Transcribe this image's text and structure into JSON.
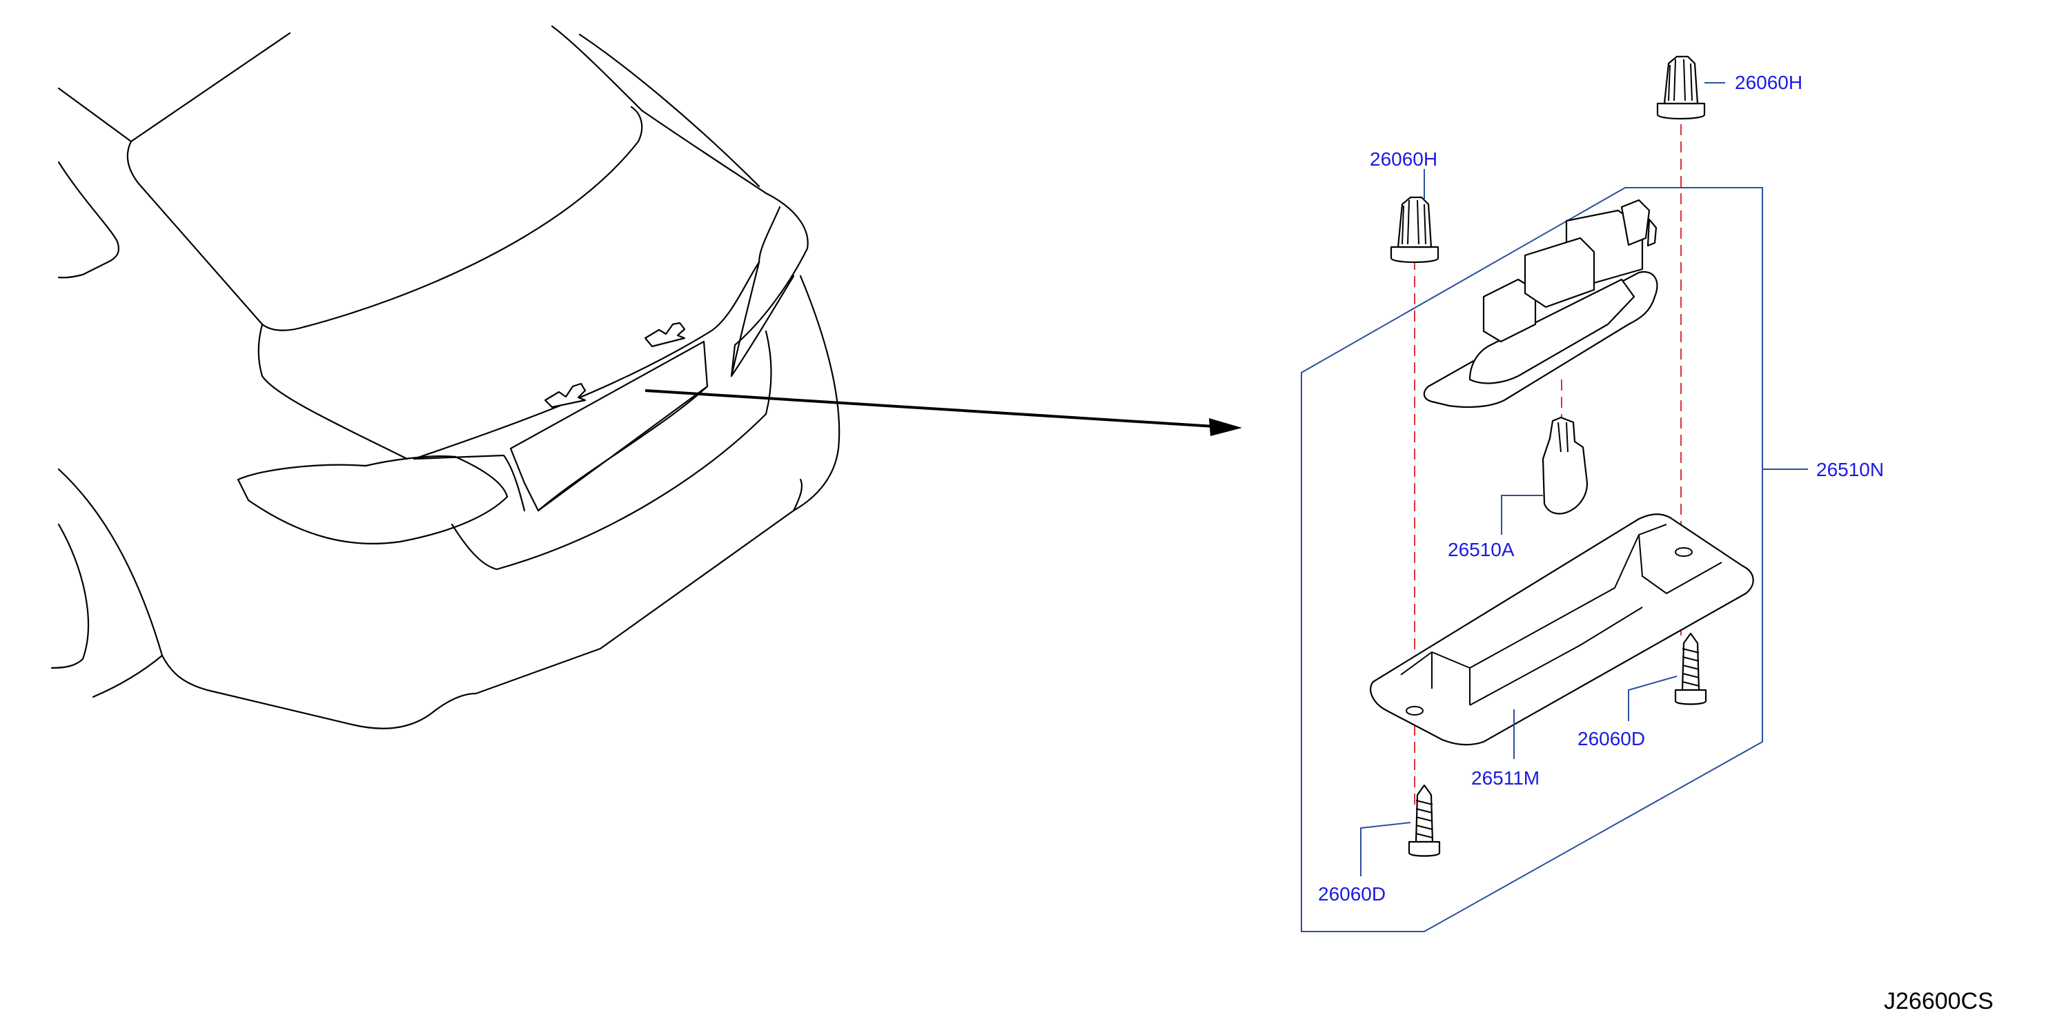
{
  "colors": {
    "label": "#1a1ae0",
    "leader": "#2b4f9e",
    "centerline": "#e0303a",
    "line": "#000000"
  },
  "labels": {
    "clip_top_right": "26060H",
    "clip_top_left": "26060H",
    "assembly": "26510N",
    "bulb": "26510A",
    "screw_right": "26060D",
    "lens_housing": "26511M",
    "screw_left": "26060D"
  },
  "diagram_code": "J26600CS"
}
